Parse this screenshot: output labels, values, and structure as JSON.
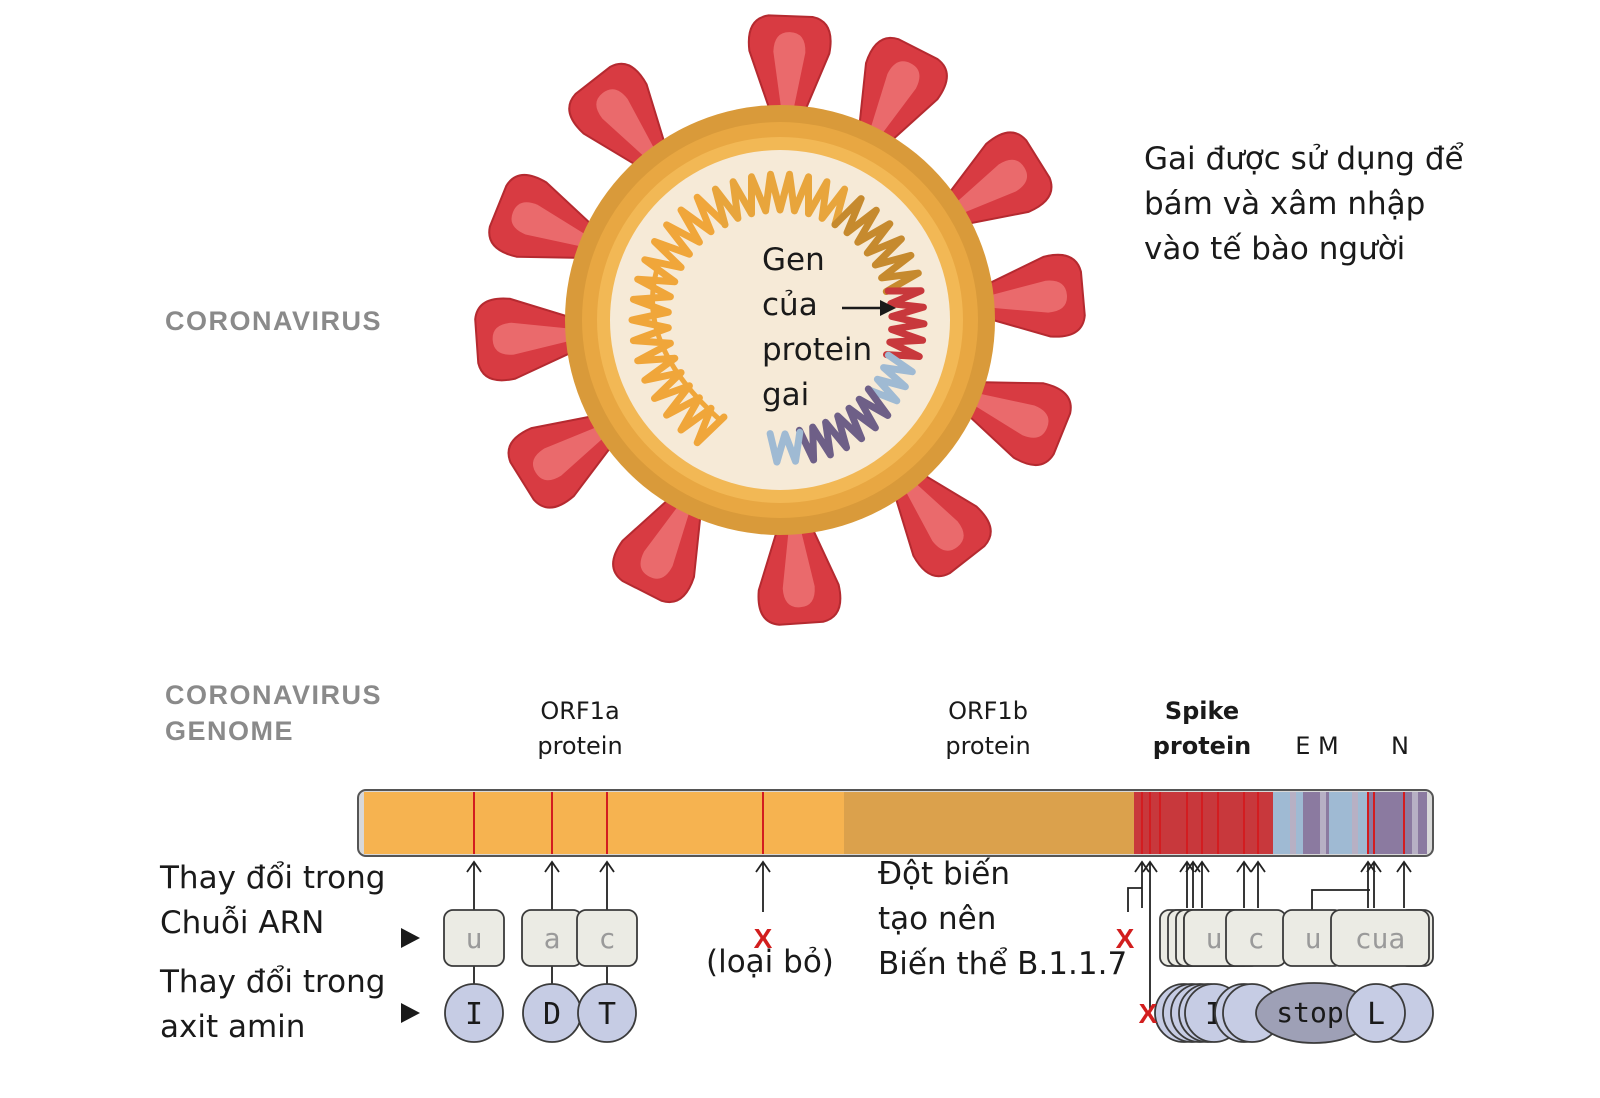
{
  "labels": {
    "coronavirus": "CORONAVIRUS",
    "genome_line1": "CORONAVIRUS",
    "genome_line2": "GENOME",
    "spike_desc_line1": "Gai được sử dụng để",
    "spike_desc_line2": "bám và xâm nhập",
    "spike_desc_line3": "vào tế bào người",
    "gene_spike_line1": "Gen",
    "gene_spike_line2": "của",
    "gene_spike_line3": "protein",
    "gene_spike_line4": "gai",
    "rna_change_line1": "Thay đổi trong",
    "rna_change_line2": "Chuỗi ARN",
    "aa_change_line1": "Thay đổi trong",
    "aa_change_line2": "axit amin",
    "deletion_mark": "X",
    "deletion_label": "(loại bỏ)",
    "mutations_line1": "Đột biến",
    "mutations_line2": "tạo nên",
    "mutations_line3": "Biến thể B.1.1.7"
  },
  "genes": [
    {
      "line1": "ORF1a",
      "line2": "protein",
      "bold": false
    },
    {
      "line1": "ORF1b",
      "line2": "protein",
      "bold": false
    },
    {
      "line1": "Spike",
      "line2": "protein",
      "bold": true
    },
    {
      "line1": "",
      "line2": "E M",
      "bold": false
    },
    {
      "line1": "",
      "line2": "N",
      "bold": false
    }
  ],
  "mutations_left": [
    {
      "rna": "u",
      "aa": "I"
    },
    {
      "rna": "a",
      "aa": "D"
    },
    {
      "rna": "c",
      "aa": "T"
    }
  ],
  "mutations_right": {
    "rna_visible": [
      "u",
      "c",
      "u",
      "cua"
    ],
    "aa_visible": [
      "I",
      "stop",
      "L"
    ],
    "deletion_marks": [
      "X",
      "X"
    ]
  },
  "colors": {
    "orf1a": "#f6b350",
    "orf1b": "#dba14c",
    "spike": "#c8383c",
    "spike_tip": "#d83b42",
    "env": "#9fbad3",
    "nucleo": "#8b7aa0",
    "membrane_outer": "#d99a3a",
    "membrane_inner": "#f2b855",
    "core": "#f6ead7",
    "mutation_line": "#d31c20",
    "deletion_x": "#d21e1e",
    "rna_box": "#ebebe4",
    "aa_circle": "#c6cce4",
    "stop_oval": "#9ea0b6"
  },
  "icons": [
    "right-arrow-icon",
    "up-arrow-icon",
    "triangle-pointer-icon"
  ]
}
